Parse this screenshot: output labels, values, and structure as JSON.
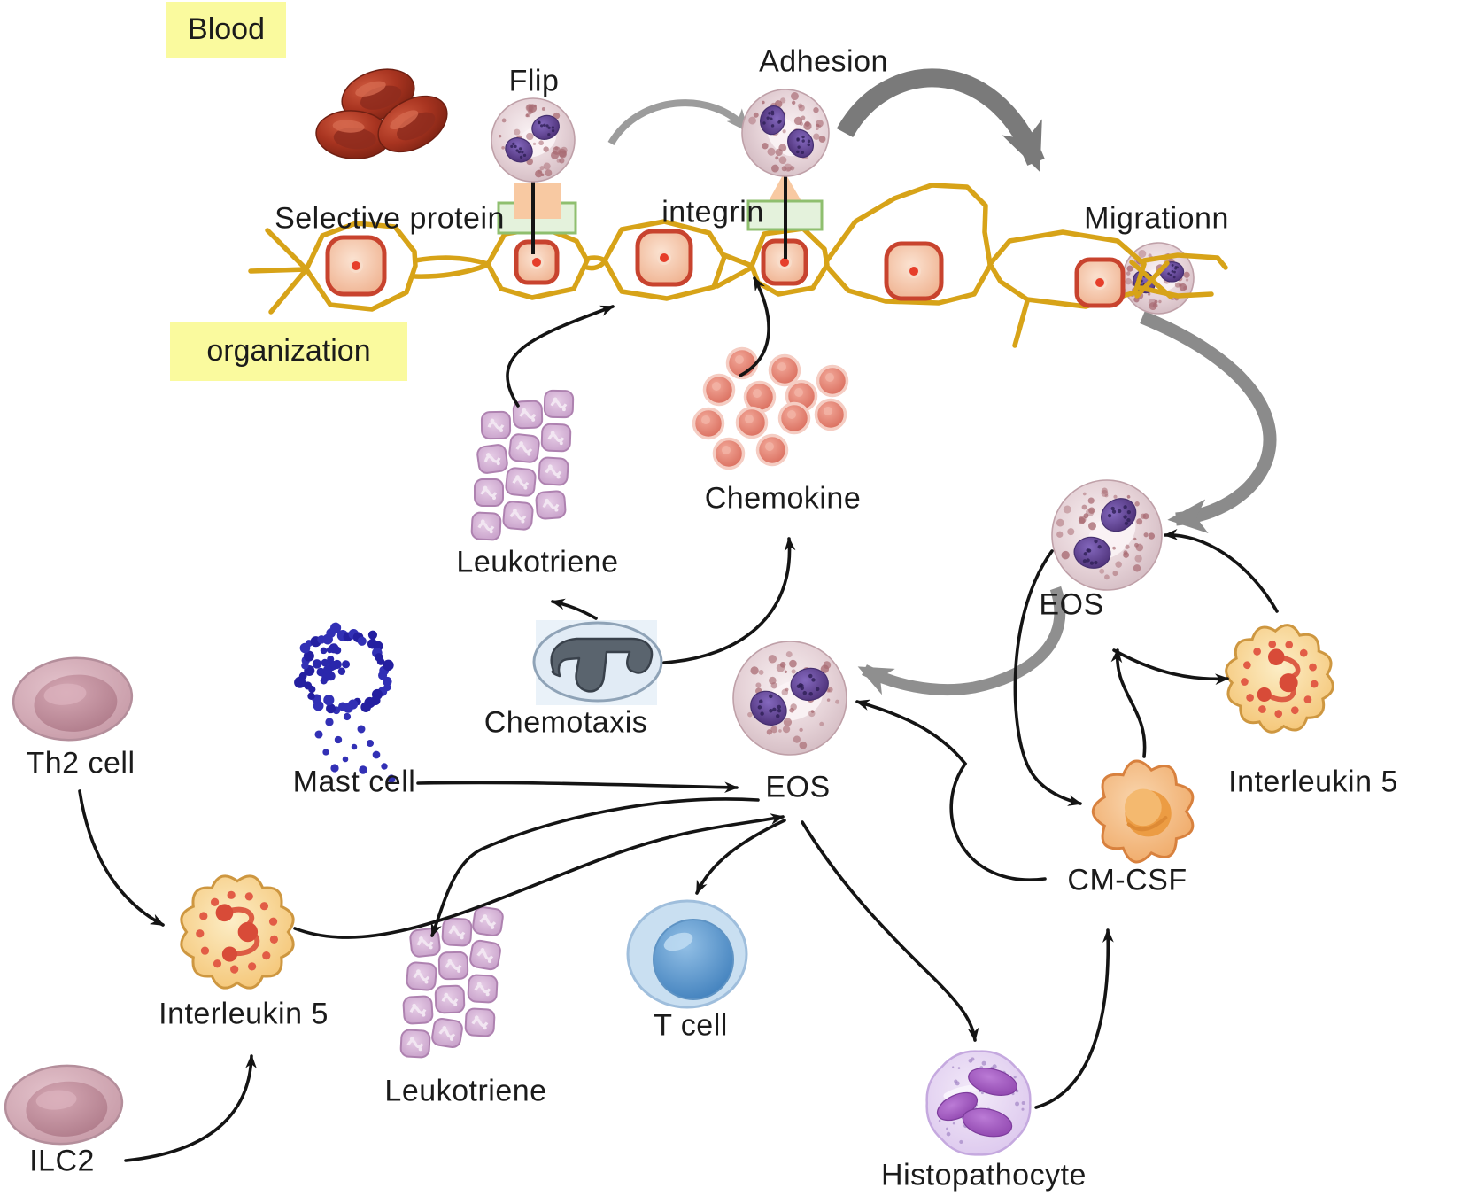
{
  "figure": {
    "type": "immunology-pathway-diagram",
    "compartments": {
      "blood": "Blood",
      "tissue": "organization"
    },
    "processes": {
      "flip": "Flip",
      "adhesion": "Adhesion",
      "migration": "Migrationn",
      "chemotaxis": "Chemotaxis"
    },
    "molecules": {
      "selective_protein": "Selective protein",
      "integrin": "integrin",
      "leukotriene_mid": "Leukotriene",
      "leukotriene_bottom": "Leukotriene",
      "chemokine": "Chemokine",
      "interleukin5_left": "Interleukin 5",
      "interleukin5_right": "Interleukin 5",
      "cm_csf": "CM-CSF"
    },
    "cells": {
      "mast_cell": "Mast cell",
      "th2_cell": "Th2 cell",
      "ilc2": "ILC2",
      "t_cell": "T cell",
      "eos_migrated": "EOS",
      "eos_tissue": "EOS",
      "histopathocyte": "Histopathocyte"
    },
    "colors": {
      "highlight": "#FAFA9E",
      "endothelium": "#D7A318",
      "endothelial_cell": "#F0B492",
      "eosinophil_nucleus": "#5B3D8F",
      "interleukin5_body": "#F5C878",
      "cm_csf_body": "#F0A964",
      "t_cell_body": "#4380BC",
      "mast_granules": "#3230B5",
      "th2_body": "#CBA0AD",
      "histopathocyte_body": "#DCC8EE",
      "chemokine_dot": "#DD7263",
      "leukotriene_granule": "#C79FC9",
      "rbc": "#A03524",
      "arrow": "#141414",
      "arrow_gray": "#8A8A8A"
    }
  }
}
